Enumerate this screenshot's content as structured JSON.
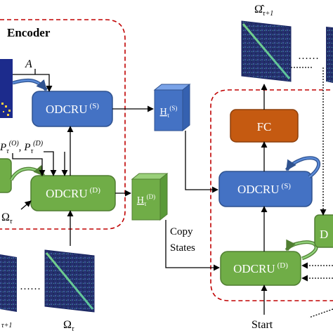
{
  "encoder": {
    "title": "Encoder"
  },
  "labels": {
    "A": "A",
    "P_O": "P",
    "P_O_sub": "τ",
    "P_O_sup": "(O)",
    "sep": ",",
    "P_D": "P",
    "P_D_sub": "τ",
    "P_D_sup": "(D)",
    "omega_left": "Ω",
    "omega_left_sub": "τ",
    "omega_bottom": "Ω",
    "omega_bottom_sub": "τ",
    "omega_bl_sub": "τ+1",
    "omega_hat": "Ω̂",
    "omega_hat_sub": "τ+1",
    "copy_states_1": "Copy",
    "copy_states_2": "States",
    "start": "Start",
    "ellipsis_bottom": "……",
    "ellipsis_top": "……",
    "right_edge_char": "D"
  },
  "nodes": {
    "odcru_s_enc": {
      "main": "ODCRU",
      "sup": "(S)"
    },
    "odcru_d_enc": {
      "main": "ODCRU",
      "sup": "(D)"
    },
    "h_s": {
      "main": "H",
      "sub": "τ",
      "sup": "(S)"
    },
    "h_d": {
      "main": "H",
      "sub": "τ",
      "sup": "(D)"
    },
    "fc": {
      "main": "FC"
    },
    "odcru_s_dec": {
      "main": "ODCRU",
      "sup": "(S)"
    },
    "odcru_d_dec": {
      "main": "ODCRU",
      "sup": "(D)"
    }
  },
  "colors": {
    "blue": "#4472c4",
    "blue_border": "#2f528f",
    "green": "#70ad47",
    "green_border": "#507e32",
    "orange": "#c55a11",
    "red_dash": "#c00000",
    "heatmap_bg": "#1f2d6b"
  }
}
